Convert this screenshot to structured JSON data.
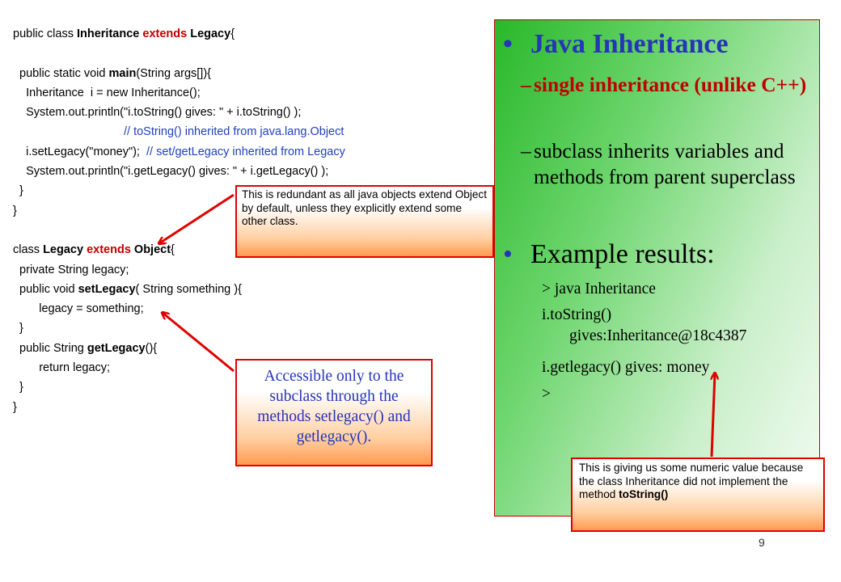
{
  "code": {
    "l1": {
      "a": "public class ",
      "b": "Inheritance ",
      "c": "extends ",
      "d": "Legacy",
      "e": "{"
    },
    "l2": {
      "a": "  public static void ",
      "b": "main",
      "c": "(String args[]){"
    },
    "l3": "    Inheritance  i = new Inheritance();",
    "l4": "    System.out.println(\"i.toString() gives: \" + i.toString() );",
    "l5": "// toString() inherited from java.lang.Object",
    "l6": {
      "a": "    i.setLegacy(\"money\");  ",
      "b": "// set/getLegacy inherited from Legacy"
    },
    "l7": "    System.out.println(\"i.getLegacy() gives: \" + i.getLegacy() );",
    "l8": "  }",
    "l9": "}",
    "l11": {
      "a": "class ",
      "b": "Legacy ",
      "c": "extends ",
      "d": "Object",
      "e": "{"
    },
    "l12": "  private String legacy;",
    "l13": {
      "a": "  public void ",
      "b": "setLegacy",
      "c": "( String something ){"
    },
    "l14": "        legacy = something;",
    "l15": "  }",
    "l16": {
      "a": "  public String ",
      "b": "getLegacy",
      "c": "(){"
    },
    "l17": "        return legacy;",
    "l18": "  }",
    "l19": "}"
  },
  "panel": {
    "bullet_char": "•",
    "dash_char": "–",
    "heading": "Java Inheritance",
    "sub1": "single inheritance (unlike C++)",
    "sub2": "subclass inherits variables and methods from parent superclass",
    "example_heading": "Example results:",
    "results": {
      "r1": "> java Inheritance",
      "r2": "i.toString()",
      "r3": "gives:Inheritance@18c4387",
      "r4": "i.getlegacy() gives: money",
      "r5": ">"
    }
  },
  "callouts": {
    "redundant": "This is redundant as all java objects extend Object by default, unless they explicitly extend some other class.",
    "accessible": "Accessible only to the subclass through the methods setlegacy() and getlegacy().",
    "numeric_a": "This is giving us some numeric value because the class Inheritance did not implement the method ",
    "numeric_b": "toString()"
  },
  "page_number": "9",
  "colors": {
    "accent_blue": "#2535b8",
    "accent_red": "#c00000",
    "arrow_red": "#e00000",
    "panel_green": "#29b82a"
  }
}
